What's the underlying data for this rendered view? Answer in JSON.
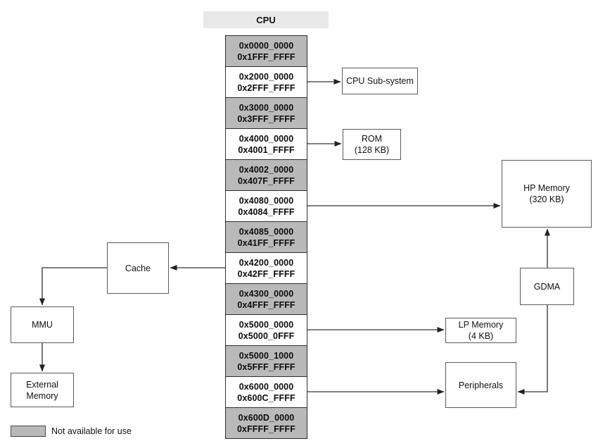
{
  "title": "CPU",
  "memory": {
    "blocks": [
      {
        "start": "0x0000_0000",
        "end": "0x1FFF_FFFF",
        "available": false
      },
      {
        "start": "0x2000_0000",
        "end": "0x2FFF_FFFF",
        "available": true
      },
      {
        "start": "0x3000_0000",
        "end": "0x3FFF_FFFF",
        "available": false
      },
      {
        "start": "0x4000_0000",
        "end": "0x4001_FFFF",
        "available": true
      },
      {
        "start": "0x4002_0000",
        "end": "0x407F_FFFF",
        "available": false
      },
      {
        "start": "0x4080_0000",
        "end": "0x4084_FFFF",
        "available": true
      },
      {
        "start": "0x4085_0000",
        "end": "0x41FF_FFFF",
        "available": false
      },
      {
        "start": "0x4200_0000",
        "end": "0x42FF_FFFF",
        "available": true
      },
      {
        "start": "0x4300_0000",
        "end": "0x4FFF_FFFF",
        "available": false
      },
      {
        "start": "0x5000_0000",
        "end": "0x5000_0FFF",
        "available": true
      },
      {
        "start": "0x5000_1000",
        "end": "0x5FFF_FFFF",
        "available": false
      },
      {
        "start": "0x6000_0000",
        "end": "0x600C_FFFF",
        "available": true
      },
      {
        "start": "0x600D_0000",
        "end": "0xFFFF_FFFF",
        "available": false
      }
    ]
  },
  "nodes": {
    "cpu_subsystem": {
      "label": "CPU Sub-system"
    },
    "rom": {
      "label": "ROM",
      "size": "(128 KB)"
    },
    "hp_memory": {
      "label": "HP Memory",
      "size": "(320 KB)"
    },
    "cache": {
      "label": "Cache"
    },
    "mmu": {
      "label": "MMU"
    },
    "external_memory": {
      "line1": "External",
      "line2": "Memory"
    },
    "gdma": {
      "label": "GDMA"
    },
    "lp_memory": {
      "label": "LP Memory",
      "size": "(4 KB)"
    },
    "peripherals": {
      "label": "Peripherals"
    }
  },
  "legend": {
    "label": "Not available for use"
  },
  "colors": {
    "unavailable_fill": "#b9b9b9",
    "available_fill": "#ffffff",
    "header_fill": "#e9e9e9",
    "block_border": "#2e2e2e",
    "node_border": "#5a5a5a",
    "connector": "#333333"
  }
}
